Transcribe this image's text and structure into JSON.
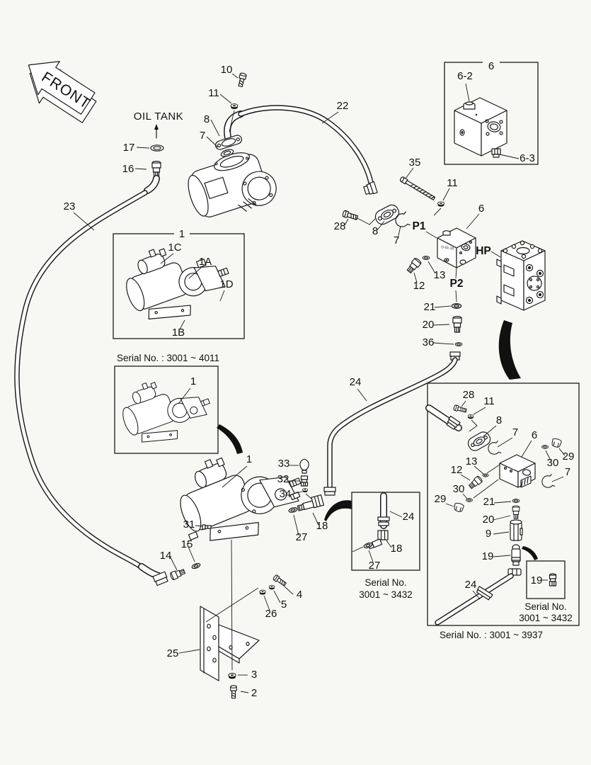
{
  "page": {
    "background": "#f7f7f4",
    "line_color": "#1a1a1a",
    "text_color": "#111111"
  },
  "labels": {
    "front": "FRONT",
    "oil_tank": "OIL TANK",
    "p1": "P1",
    "p2": "P2",
    "hp": "HP",
    "block_marking": "G-01-10"
  },
  "nums": {
    "1": "1",
    "2": "2",
    "3": "3",
    "4": "4",
    "5": "5",
    "6": "6",
    "7": "7",
    "8": "8",
    "9": "9",
    "10": "10",
    "11": "11",
    "12": "12",
    "13": "13",
    "14": "14",
    "15": "15",
    "16": "16",
    "17": "17",
    "18": "18",
    "19": "19",
    "20": "20",
    "21": "21",
    "22": "22",
    "23": "23",
    "24": "24",
    "25": "25",
    "26": "26",
    "27": "27",
    "28": "28",
    "29": "29",
    "30": "30",
    "31": "31",
    "32": "32",
    "33": "33",
    "34": "34",
    "35": "35",
    "36": "36",
    "6_2": "6-2",
    "6_3": "6-3",
    "1A": "1A",
    "1B": "1B",
    "1C": "1C",
    "1D": "1D"
  },
  "serials": {
    "range_4011": "Serial No. : 3001 ~ 4011",
    "range_3432_line1": "Serial No.",
    "range_3432_line2": "3001 ~ 3432",
    "range_3937": "Serial No. : 3001 ~ 3937"
  }
}
